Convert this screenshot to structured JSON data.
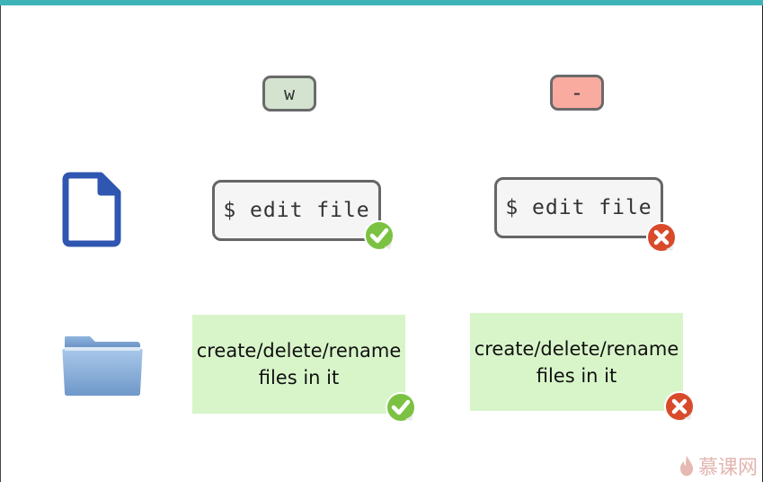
{
  "permissions": {
    "write": "w",
    "none": "-"
  },
  "commands": {
    "left": "$ edit file",
    "right": "$ edit file"
  },
  "directory_actions": {
    "left": {
      "line1": "create/delete/rename",
      "line2": "files in it"
    },
    "right": {
      "line1": "create/delete/rename",
      "line2": "files in it"
    }
  },
  "status": {
    "allowed": "check-icon",
    "denied": "cross-icon",
    "colors": {
      "allowed": "#7cc242",
      "denied": "#d94a2b"
    }
  },
  "icons": {
    "file": "file-icon",
    "folder": "folder-icon"
  },
  "watermark": {
    "text": "慕课网"
  }
}
